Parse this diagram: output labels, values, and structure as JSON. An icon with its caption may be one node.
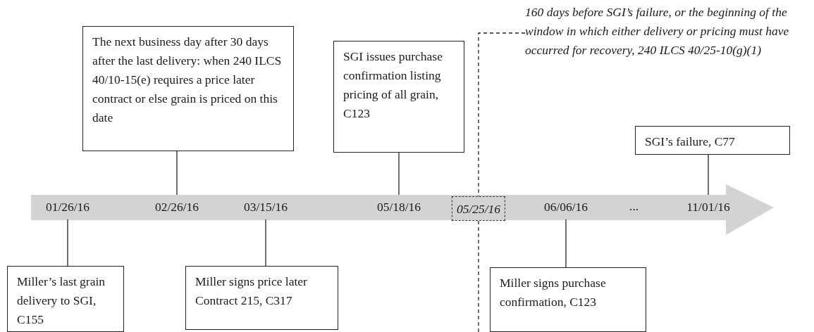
{
  "diagram": {
    "nodes": [
      {
        "text": [
          "160 days before SGI’s failure, or the beginning of the window in which either delivery or pricing must have occurred for recovery, 240 ILCS 40/25-10(g)(1)"
        ]
      },
      {
        "text": [
          "The next business day after 30 days after the last delivery: when 240 ILCS 40/10-15(e) requires a price later contract or else grain is priced on this date"
        ]
      },
      {
        "text": [
          "SGI issues purchase confirmation listing pricing of all grain, C123"
        ]
      },
      {
        "text": [
          "SGI’s failure, C77"
        ]
      },
      {
        "text": [
          "01/26/16"
        ]
      },
      {
        "text": [
          "02/26/16"
        ]
      },
      {
        "text": [
          "03/15/16"
        ]
      },
      {
        "text": [
          "05/18/16"
        ]
      },
      {
        "text": [
          "05/25/16"
        ]
      },
      {
        "text": [
          "06/06/16"
        ]
      },
      {
        "text": [
          "11/01/16"
        ]
      },
      {
        "text": [
          "Miller’s last grain delivery to SGI, C155"
        ]
      },
      {
        "text": [
          "Miller signs price later Contract 215, C317"
        ]
      },
      {
        "text": [
          "Miller signs purchase confirmation, C123"
        ]
      }
    ],
    "edges": [
      {
        "from": 0,
        "to": 8,
        "arrow": "none",
        "style": "dashed"
      },
      {
        "from": 1,
        "to": 5,
        "arrow": "none"
      },
      {
        "from": 2,
        "to": 7,
        "arrow": "none"
      },
      {
        "from": 3,
        "to": 10,
        "arrow": "none"
      },
      {
        "from": 11,
        "to": 4,
        "arrow": "none"
      },
      {
        "from": 12,
        "to": 6,
        "arrow": "none"
      },
      {
        "from": 13,
        "to": 9,
        "arrow": "none"
      }
    ],
    "labels": [
      "..."
    ]
  }
}
